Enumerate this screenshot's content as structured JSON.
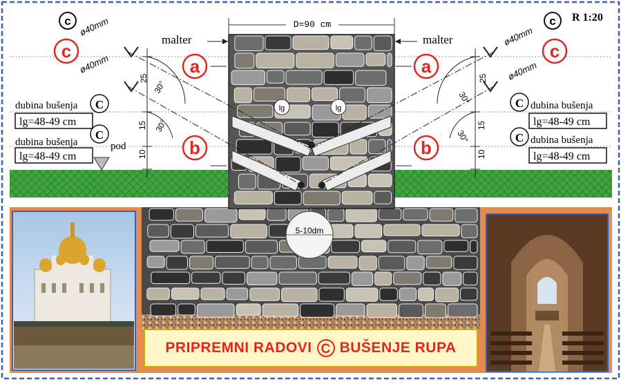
{
  "scale": "R 1:20",
  "diameter_label": "D=90 cm",
  "malter": "malter",
  "pipe_label": "ø40mm",
  "angle_label": "30°",
  "dims": {
    "upper": "25",
    "middle": "15",
    "lower": "10"
  },
  "letters": {
    "a": "a",
    "b": "b",
    "c": "c",
    "C": "C"
  },
  "drill_depth": "dubina bušenja",
  "lg_value": "lg=48-49 cm",
  "pod": "pod",
  "lg_short": "lg",
  "core_size": "5-10dm",
  "banner": {
    "left": "PRIPREMNI RADOVI",
    "mark": "C",
    "right": "BUŠENJE RUPA"
  },
  "colors": {
    "red": "#e2261d",
    "grass": "#3a9a3a",
    "frame": "#3a5fbf",
    "banner_bg": "#fff6c8"
  }
}
